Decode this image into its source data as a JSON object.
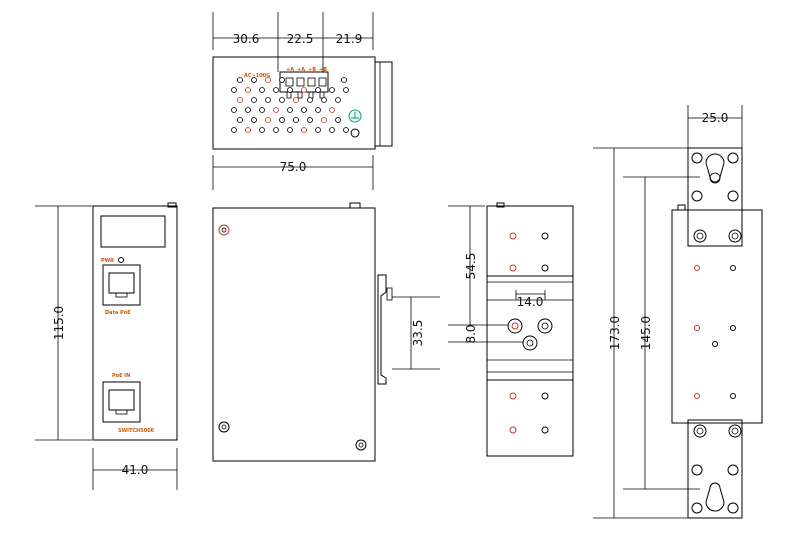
{
  "dimensions": {
    "top_a": "30.6",
    "top_b": "22.5",
    "top_c": "21.9",
    "top_width": "75.0",
    "front_height": "115.0",
    "front_width": "41.0",
    "clip_height": "33.5",
    "rail_upper": "54.5",
    "rail_gap": "14.0",
    "rail_offset": "8.0",
    "plate_width": "25.0",
    "plate_total": "173.0",
    "plate_pitch": "145.0"
  },
  "labels": {
    "power_input": "AC~100G",
    "pwr_led": "PWR",
    "port1": "Data PoE",
    "port2": "PoE IN",
    "model": "SWITCH5006"
  },
  "terminal_labels": [
    "+A",
    "+A",
    "+B",
    "+B"
  ]
}
